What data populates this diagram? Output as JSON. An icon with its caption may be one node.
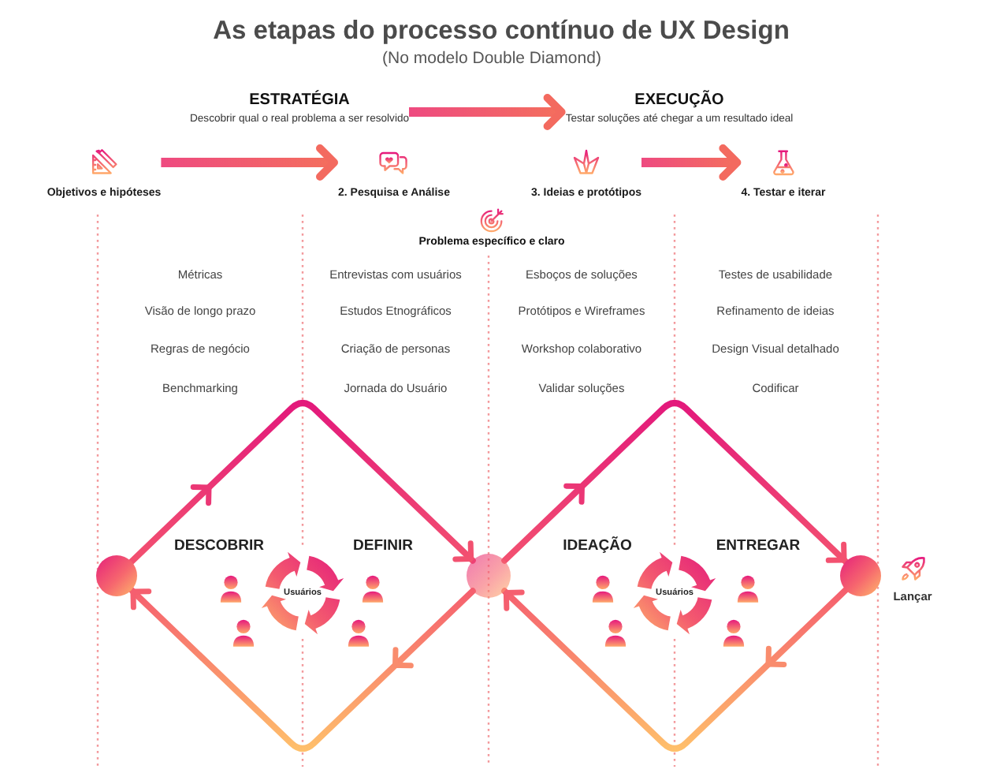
{
  "diagram": {
    "title": "As etapas do processo contínuo de UX Design",
    "nodes": [
      {
        "text": [
          "ESTRATÉGIA",
          "Descobrir qual o real problema a ser resolvido"
        ]
      },
      {
        "text": [
          "EXECUÇÃO",
          "Testar soluções até chegar a um resultado ideal"
        ]
      },
      {
        "text": [
          "Objetivos e hipóteses"
        ]
      },
      {
        "text": [
          "2. Pesquisa e Análise"
        ]
      },
      {
        "text": [
          "3. Ideias e protótipos"
        ]
      },
      {
        "text": [
          "4. Testar e iterar"
        ]
      },
      {
        "text": [],
        "shape": "circle"
      },
      {
        "text": [
          "Usuários"
        ]
      },
      {
        "text": [],
        "shape": "circle"
      },
      {
        "text": [
          "Usuários"
        ]
      },
      {
        "text": [],
        "shape": "circle"
      }
    ],
    "edges": [
      {
        "from": 0,
        "to": 1,
        "arrow": "to"
      },
      {
        "from": 2,
        "to": 3,
        "arrow": "to"
      },
      {
        "from": 4,
        "to": 5,
        "arrow": "to"
      },
      {
        "from": 6,
        "to": 8,
        "arrow": "to"
      },
      {
        "from": 8,
        "to": 6,
        "arrow": "to"
      },
      {
        "from": 8,
        "to": 10,
        "arrow": "to"
      },
      {
        "from": 10,
        "to": 8,
        "arrow": "to"
      }
    ],
    "labels": [
      "(No modelo Double Diamond)",
      "Problema específico e claro",
      "Métricas",
      "Entrevistas com usuários",
      "Esboços de soluções",
      "Testes de usabilidade",
      "Visão de longo prazo",
      "Estudos Etnográficos",
      "Protótipos e Wireframes",
      "Refinamento de ideias",
      "Regras de negócio",
      "Criação de personas",
      "Workshop colaborativo",
      "Design Visual detalhado",
      "Benchmarking",
      "Jornada do Usuário",
      "Validar soluções",
      "Codificar",
      "DESCOBRIR",
      "DEFINIR",
      "IDEAÇÃO",
      "ENTREGAR",
      "Lançar"
    ]
  }
}
